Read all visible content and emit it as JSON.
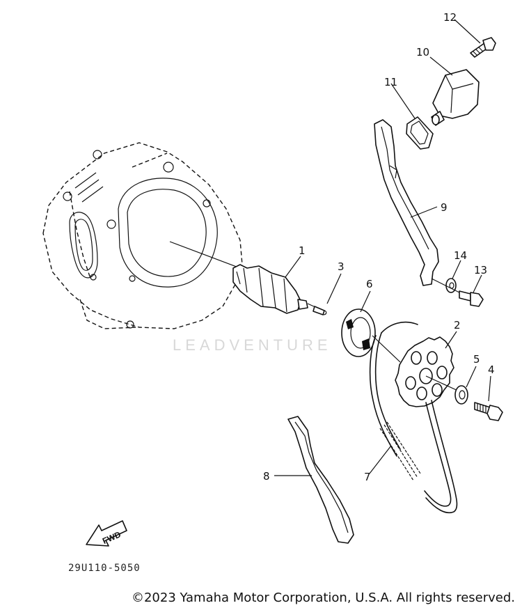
{
  "watermark": "LEADVENTURE",
  "part_code": "29U110-5050",
  "fwd_label": "FWD",
  "copyright": "©2023 Yamaha Motor Corporation, U.S.A. All rights reserved.",
  "callouts": {
    "p1": "1",
    "p2": "2",
    "p3": "3",
    "p4": "4",
    "p5": "5",
    "p6": "6",
    "p7": "7",
    "p8": "8",
    "p9": "9",
    "p10": "10",
    "p11": "11",
    "p12": "12",
    "p13": "13",
    "p14": "14"
  }
}
